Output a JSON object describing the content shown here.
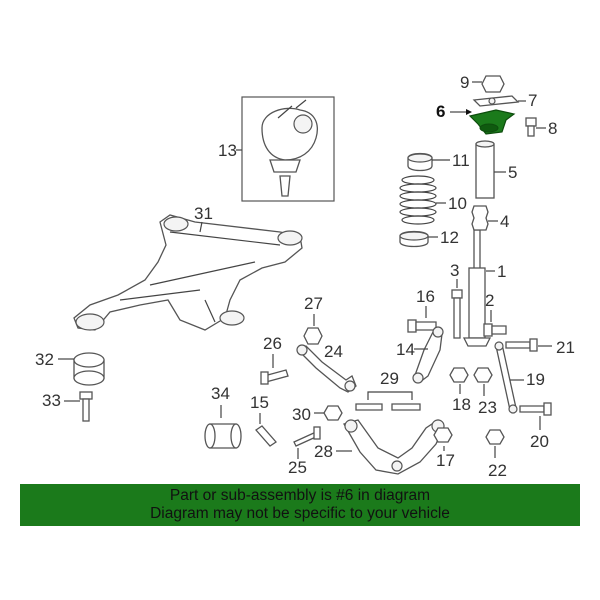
{
  "callouts": {
    "c1": "1",
    "c2": "2",
    "c3": "3",
    "c4": "4",
    "c5": "5",
    "c6": "6",
    "c7": "7",
    "c8": "8",
    "c9": "9",
    "c10": "10",
    "c11": "11",
    "c12": "12",
    "c13": "13",
    "c14": "14",
    "c15": "15",
    "c16": "16",
    "c17": "17",
    "c18": "18",
    "c19": "19",
    "c20": "20",
    "c21": "21",
    "c22": "22",
    "c23": "23",
    "c24": "24",
    "c25": "25",
    "c26": "26",
    "c27": "27",
    "c28": "28",
    "c29": "29",
    "c30": "30",
    "c31": "31",
    "c32": "32",
    "c33": "33",
    "c34": "34"
  },
  "highlight_color": "#1b7a1b",
  "banner": {
    "line1": "Part or sub-assembly is #6 in diagram",
    "line2": "Diagram may not be specific to your vehicle",
    "background": "#1b7a1b"
  }
}
